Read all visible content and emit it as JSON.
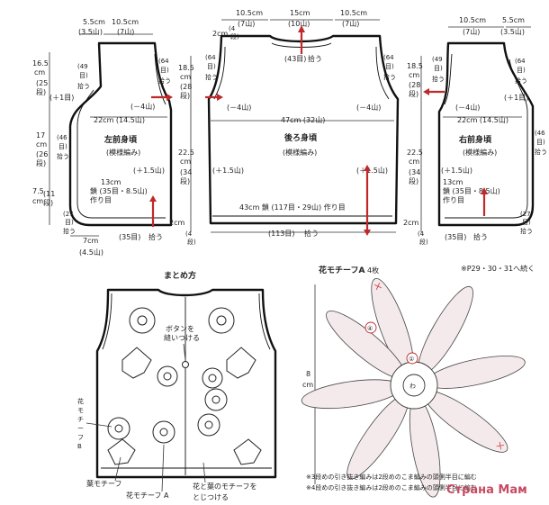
{
  "top_pieces": {
    "left_front": {
      "title": "左前身頃",
      "subtitle": "(模様編み)",
      "top_dims": [
        "5.5cm",
        "(3.5山)",
        "10.5cm",
        "(7山)"
      ],
      "left_dims": [
        "16.5",
        "cm",
        "(25",
        "段)",
        "17",
        "cm",
        "(26",
        "段)",
        "7.5",
        "cm",
        "(11",
        "段)"
      ],
      "armhole": [
        "(49",
        "目)",
        "拾う"
      ],
      "shoulder": [
        "(64",
        "目)",
        "拾う"
      ],
      "body_marks": [
        "(－4山)",
        "22cm (14.5山)",
        "(＋1目)",
        "(＋1.5山)"
      ],
      "bottom_note": [
        "13cm",
        "鎖 (35目・8.5山)",
        "作り目"
      ],
      "side": [
        "(46",
        "目)",
        "拾う"
      ],
      "corner": [
        "(27",
        "目)",
        "拾う"
      ],
      "bottom": [
        "7cm",
        "(4.5山)",
        "(35目)",
        "拾う"
      ]
    },
    "back": {
      "title": "後ろ身頃",
      "subtitle": "(模様編み)",
      "top_dims": [
        "10.5cm",
        "(7山)",
        "15cm",
        "(10山)",
        "10.5cm",
        "(7山)"
      ],
      "neck": [
        "(43目)",
        "拾う"
      ],
      "shoulder_l": [
        "(64",
        "目)",
        "拾う"
      ],
      "shoulder_r": [
        "(64",
        "目)",
        "拾う"
      ],
      "left_2cm": [
        "2cm",
        "(4",
        "段)"
      ],
      "side_dims": [
        "18.5",
        "cm",
        "(28",
        "段)",
        "22.5",
        "cm",
        "(34",
        "段)"
      ],
      "body_marks": [
        "(－4山)",
        "(－4山)",
        "47cm (32山)",
        "(＋1.5山)",
        "(＋1.5山)"
      ],
      "bottom_note": "43cm 鎖 (117目・29山) 作り目",
      "bottom": [
        "(113目)",
        "拾う"
      ],
      "bottom_2cm": [
        "2cm",
        "(4",
        "段)"
      ]
    },
    "right_front": {
      "title": "右前身頃",
      "subtitle": "(模様編み)",
      "top_dims": [
        "10.5cm",
        "(7山)",
        "5.5cm",
        "(3.5山)"
      ],
      "armhole": [
        "(49",
        "目)",
        "拾う"
      ],
      "shoulder": [
        "(64",
        "目)",
        "拾う"
      ],
      "side_dims": [
        "18.5",
        "cm",
        "(28",
        "段)",
        "22.5",
        "cm",
        "(34",
        "段)"
      ],
      "body_marks": [
        "(－4山)",
        "22cm (14.5山)",
        "(＋1.5山)",
        "(＋1目)"
      ],
      "bottom_note": [
        "13cm",
        "鎖 (35目・8.5山)",
        "作り目"
      ],
      "side": [
        "(46",
        "目)",
        "拾う"
      ],
      "corner": [
        "(27",
        "目)",
        "拾う"
      ],
      "bottom": [
        "(35目)",
        "拾う"
      ],
      "bottom_2cm": [
        "2cm",
        "(4",
        "段)"
      ]
    }
  },
  "assembly": {
    "title": "まとめ方",
    "button_note": [
      "ボタンを",
      "縫いつける"
    ],
    "motif_b": [
      "花",
      "モ",
      "チ",
      "ー",
      "フ",
      "B"
    ],
    "labels": [
      "葉モチーフ",
      "花モチーフ A",
      "花と葉のモチーフを",
      "とじつける"
    ]
  },
  "motif_chart": {
    "title": "花モチーフA",
    "count": "4枚",
    "continue_note": "※P29・30・31へ続く",
    "height_dim": [
      "8",
      "cm"
    ],
    "row_labels": [
      "④",
      "①",
      "わ"
    ],
    "notes": [
      "※3段めの引き抜き編みは2段めのこま編みの頭側半目に編む",
      "※4段めの引き抜き編みは2段めのこま編みの頭側半目に編む"
    ],
    "watermark": "Страна Мам"
  }
}
